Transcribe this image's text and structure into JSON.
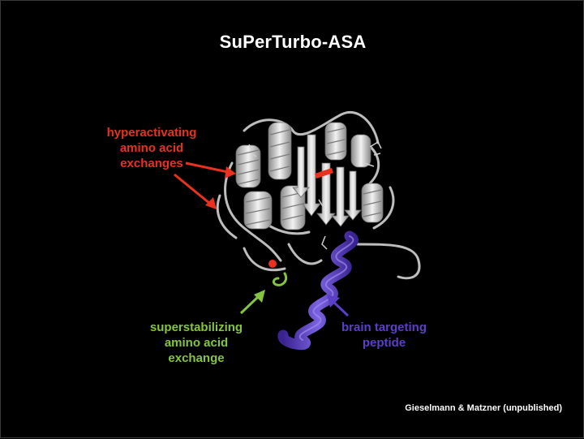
{
  "title": "SuPerTurbo-ASA",
  "labels": {
    "hyperactivating": [
      "hyperactivating",
      "amino acid",
      "exchanges"
    ],
    "superstabilizing": [
      "superstabilizing",
      "amino acid",
      "exchange"
    ],
    "brain_targeting": [
      "brain targeting",
      "peptide"
    ]
  },
  "credit": "Gieselmann & Matzner (unpublished)",
  "colors": {
    "background": "#000000",
    "hyperactivating": "#e8321f",
    "superstabilizing": "#84c441",
    "brain_targeting": "#5b3fc9",
    "protein_ribbon": "#d9d9d9"
  }
}
